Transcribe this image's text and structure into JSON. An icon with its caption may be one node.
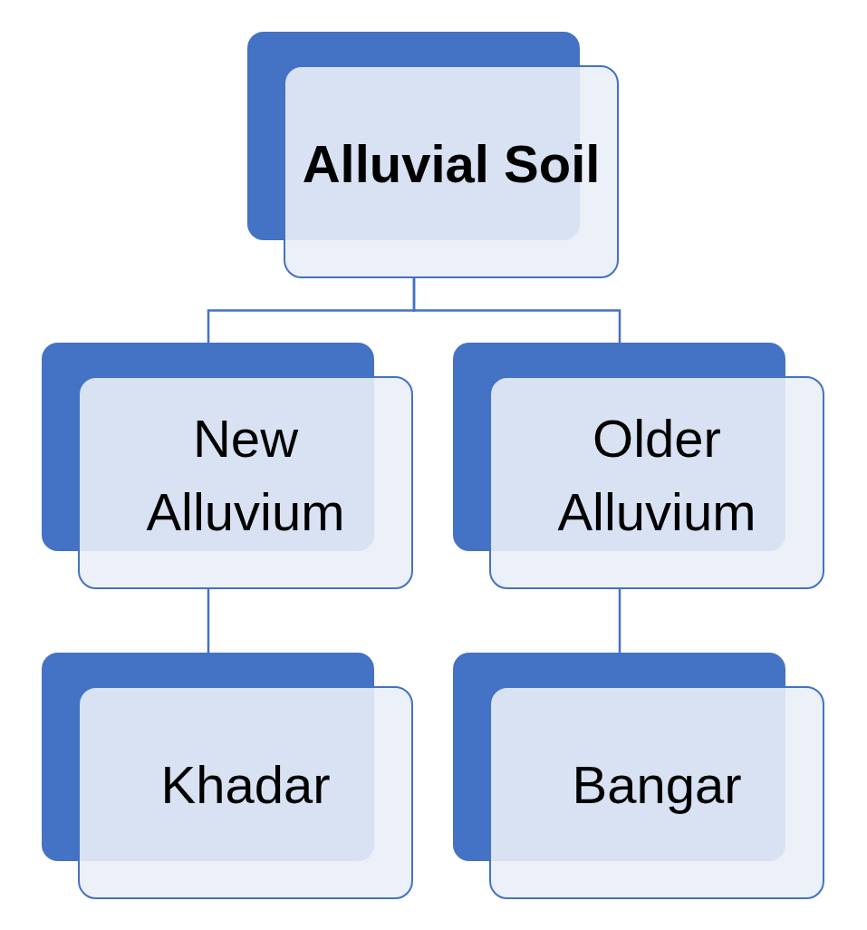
{
  "diagram": {
    "nodes": [
      {
        "text": [
          "Alluvial Soil"
        ]
      },
      {
        "text": [
          "New Alluvium"
        ]
      },
      {
        "text": [
          "Older Alluvium"
        ]
      },
      {
        "text": [
          "Khadar"
        ]
      },
      {
        "text": [
          "Bangar"
        ]
      }
    ],
    "edges": [
      {
        "from": 0,
        "to": 1,
        "arrow": "none"
      },
      {
        "from": 0,
        "to": 2,
        "arrow": "none"
      },
      {
        "from": 1,
        "to": 3,
        "arrow": "none"
      },
      {
        "from": 2,
        "to": 4,
        "arrow": "none"
      }
    ]
  }
}
